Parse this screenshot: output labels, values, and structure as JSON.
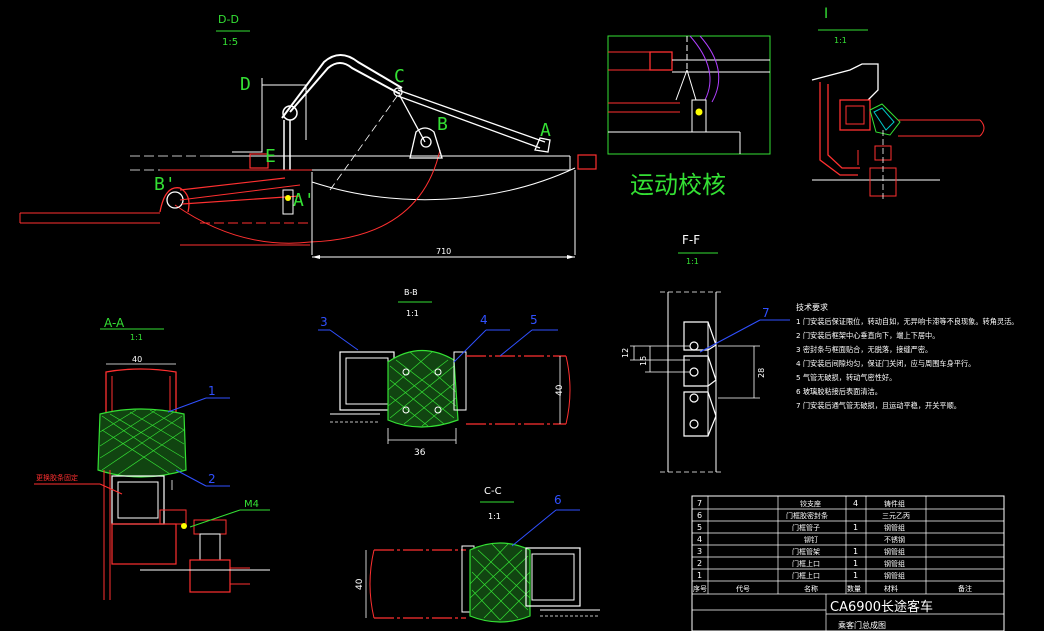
{
  "drawing": {
    "section_dd": {
      "title": "D-D",
      "scale": "1:5"
    },
    "labels_main": {
      "D": "D",
      "C": "C",
      "B": "B",
      "A": "A",
      "E": "E",
      "B_prime": "B'",
      "A_prime": "A'"
    },
    "dim_710": "710",
    "motion_check": "运动校核",
    "section_i": {
      "title": "I",
      "scale": "1:1"
    },
    "section_ff": {
      "title": "F-F",
      "scale": "1:1",
      "dims": [
        "12",
        "15",
        "28"
      ],
      "callout": "7"
    },
    "section_aa": {
      "title": "A-A",
      "scale": "1:1",
      "dim_40": "40",
      "callouts": [
        "1",
        "2"
      ],
      "m4": "M4",
      "note_red": "更换胶条固定"
    },
    "section_bb": {
      "title": "B-B",
      "scale": "1:1",
      "dim_40": "40",
      "dim_36": "36",
      "callouts": [
        "3",
        "4",
        "5"
      ]
    },
    "section_cc": {
      "title": "C-C",
      "scale": "1:1",
      "dim_40": "40",
      "callouts": [
        "6"
      ]
    },
    "tech_requirements": {
      "title": "技术要求",
      "items": [
        "1 门安装后保证限位，转动自如，无异响卡滞等不良现象。转角灵活。",
        "2 门安装后框架中心垂直向下，端上下居中。",
        "3 密封条与框面贴合，无脱落，接缝严密。",
        "4 门安装后间隙均匀，保证门关闭，应与周围车身平行。",
        "5 气管无破损，转动气密性好。",
        "6 玻璃胶粘接后表面清洁。",
        "7 门安装后通气管无破损，且运动平稳，开关平顺。"
      ]
    }
  },
  "bom": {
    "rows": [
      {
        "no": "7",
        "code": "",
        "name": "铰支座",
        "qty": "4",
        "material": "铸件组"
      },
      {
        "no": "6",
        "code": "",
        "name": "门框胶密封条",
        "qty": "",
        "material": "三元乙丙"
      },
      {
        "no": "5",
        "code": "",
        "name": "门框管子",
        "qty": "1",
        "material": "钢管组"
      },
      {
        "no": "4",
        "code": "",
        "name": "铆钉",
        "qty": "",
        "material": "不锈钢"
      },
      {
        "no": "3",
        "code": "",
        "name": "门框管架",
        "qty": "1",
        "material": "钢管组"
      },
      {
        "no": "2",
        "code": "",
        "name": "门框上口",
        "qty": "1",
        "material": "钢管组"
      },
      {
        "no": "1",
        "code": "",
        "name": "门框上口",
        "qty": "1",
        "material": "钢管组"
      }
    ],
    "header": {
      "no": "序号",
      "code": "代号",
      "name": "名称",
      "qty": "数量",
      "material": "材料",
      "remark": "备注"
    },
    "title": "CA6900长途客车",
    "subtitle": "乘客门总成图"
  }
}
